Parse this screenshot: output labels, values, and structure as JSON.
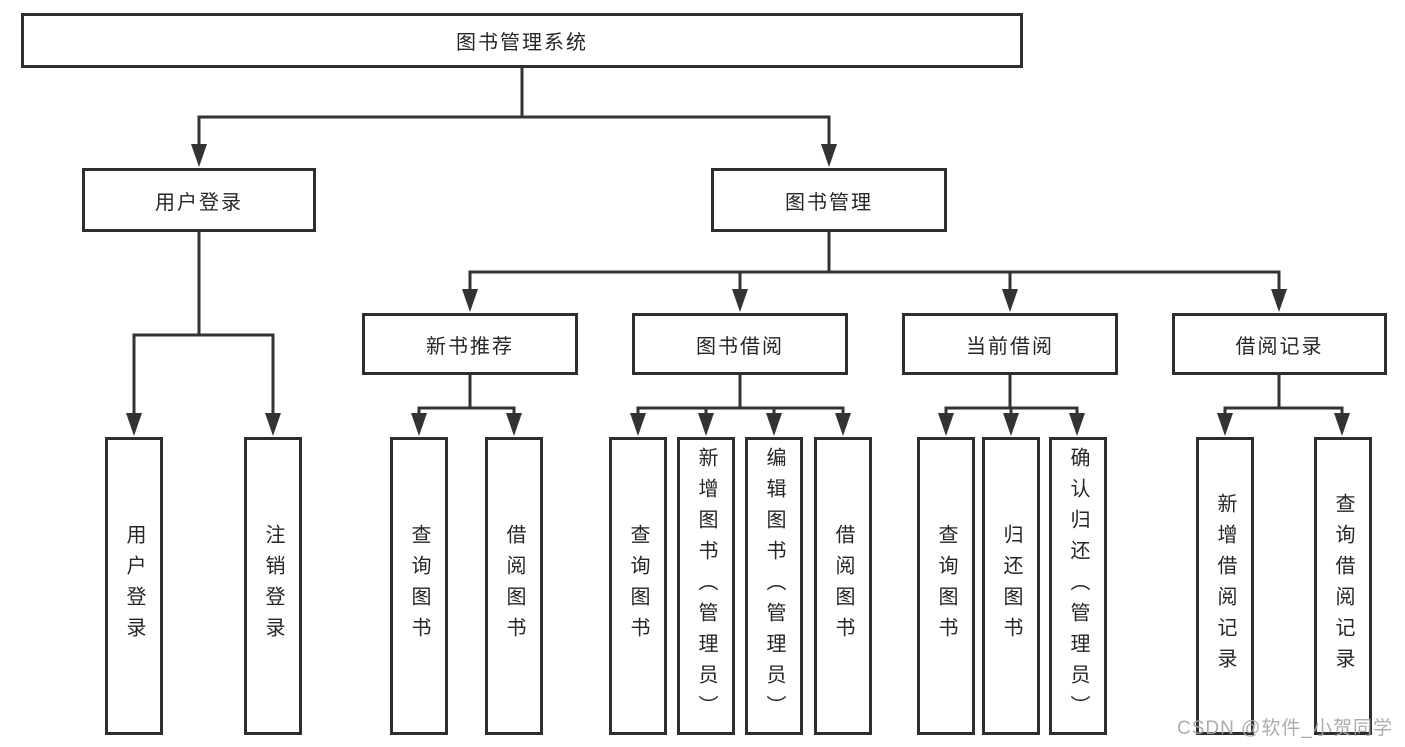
{
  "watermark": "CSDN @软件_小贺同学",
  "colors": {
    "line": "#333333",
    "box_border": "#2e2e2e",
    "box_background": "#ffffff",
    "text": "#262626",
    "watermark": "#a8a8a8"
  },
  "nodes": {
    "root": {
      "label": "图书管理系统"
    },
    "branches": [
      {
        "label": "用户登录",
        "children": [
          {
            "label": "用户登录"
          },
          {
            "label": "注销登录"
          }
        ]
      },
      {
        "label": "图书管理",
        "children": [
          {
            "label": "新书推荐",
            "children": [
              {
                "label": "查询图书"
              },
              {
                "label": "借阅图书"
              }
            ]
          },
          {
            "label": "图书借阅",
            "children": [
              {
                "label": "查询图书"
              },
              {
                "label": "新增图书（管理员）"
              },
              {
                "label": "编辑图书（管理员）"
              },
              {
                "label": "借阅图书"
              }
            ]
          },
          {
            "label": "当前借阅",
            "children": [
              {
                "label": "查询图书"
              },
              {
                "label": "归还图书"
              },
              {
                "label": "确认归还（管理员）"
              }
            ]
          },
          {
            "label": "借阅记录",
            "children": [
              {
                "label": "新增借阅记录"
              },
              {
                "label": "查询借阅记录"
              }
            ]
          }
        ]
      }
    ]
  }
}
